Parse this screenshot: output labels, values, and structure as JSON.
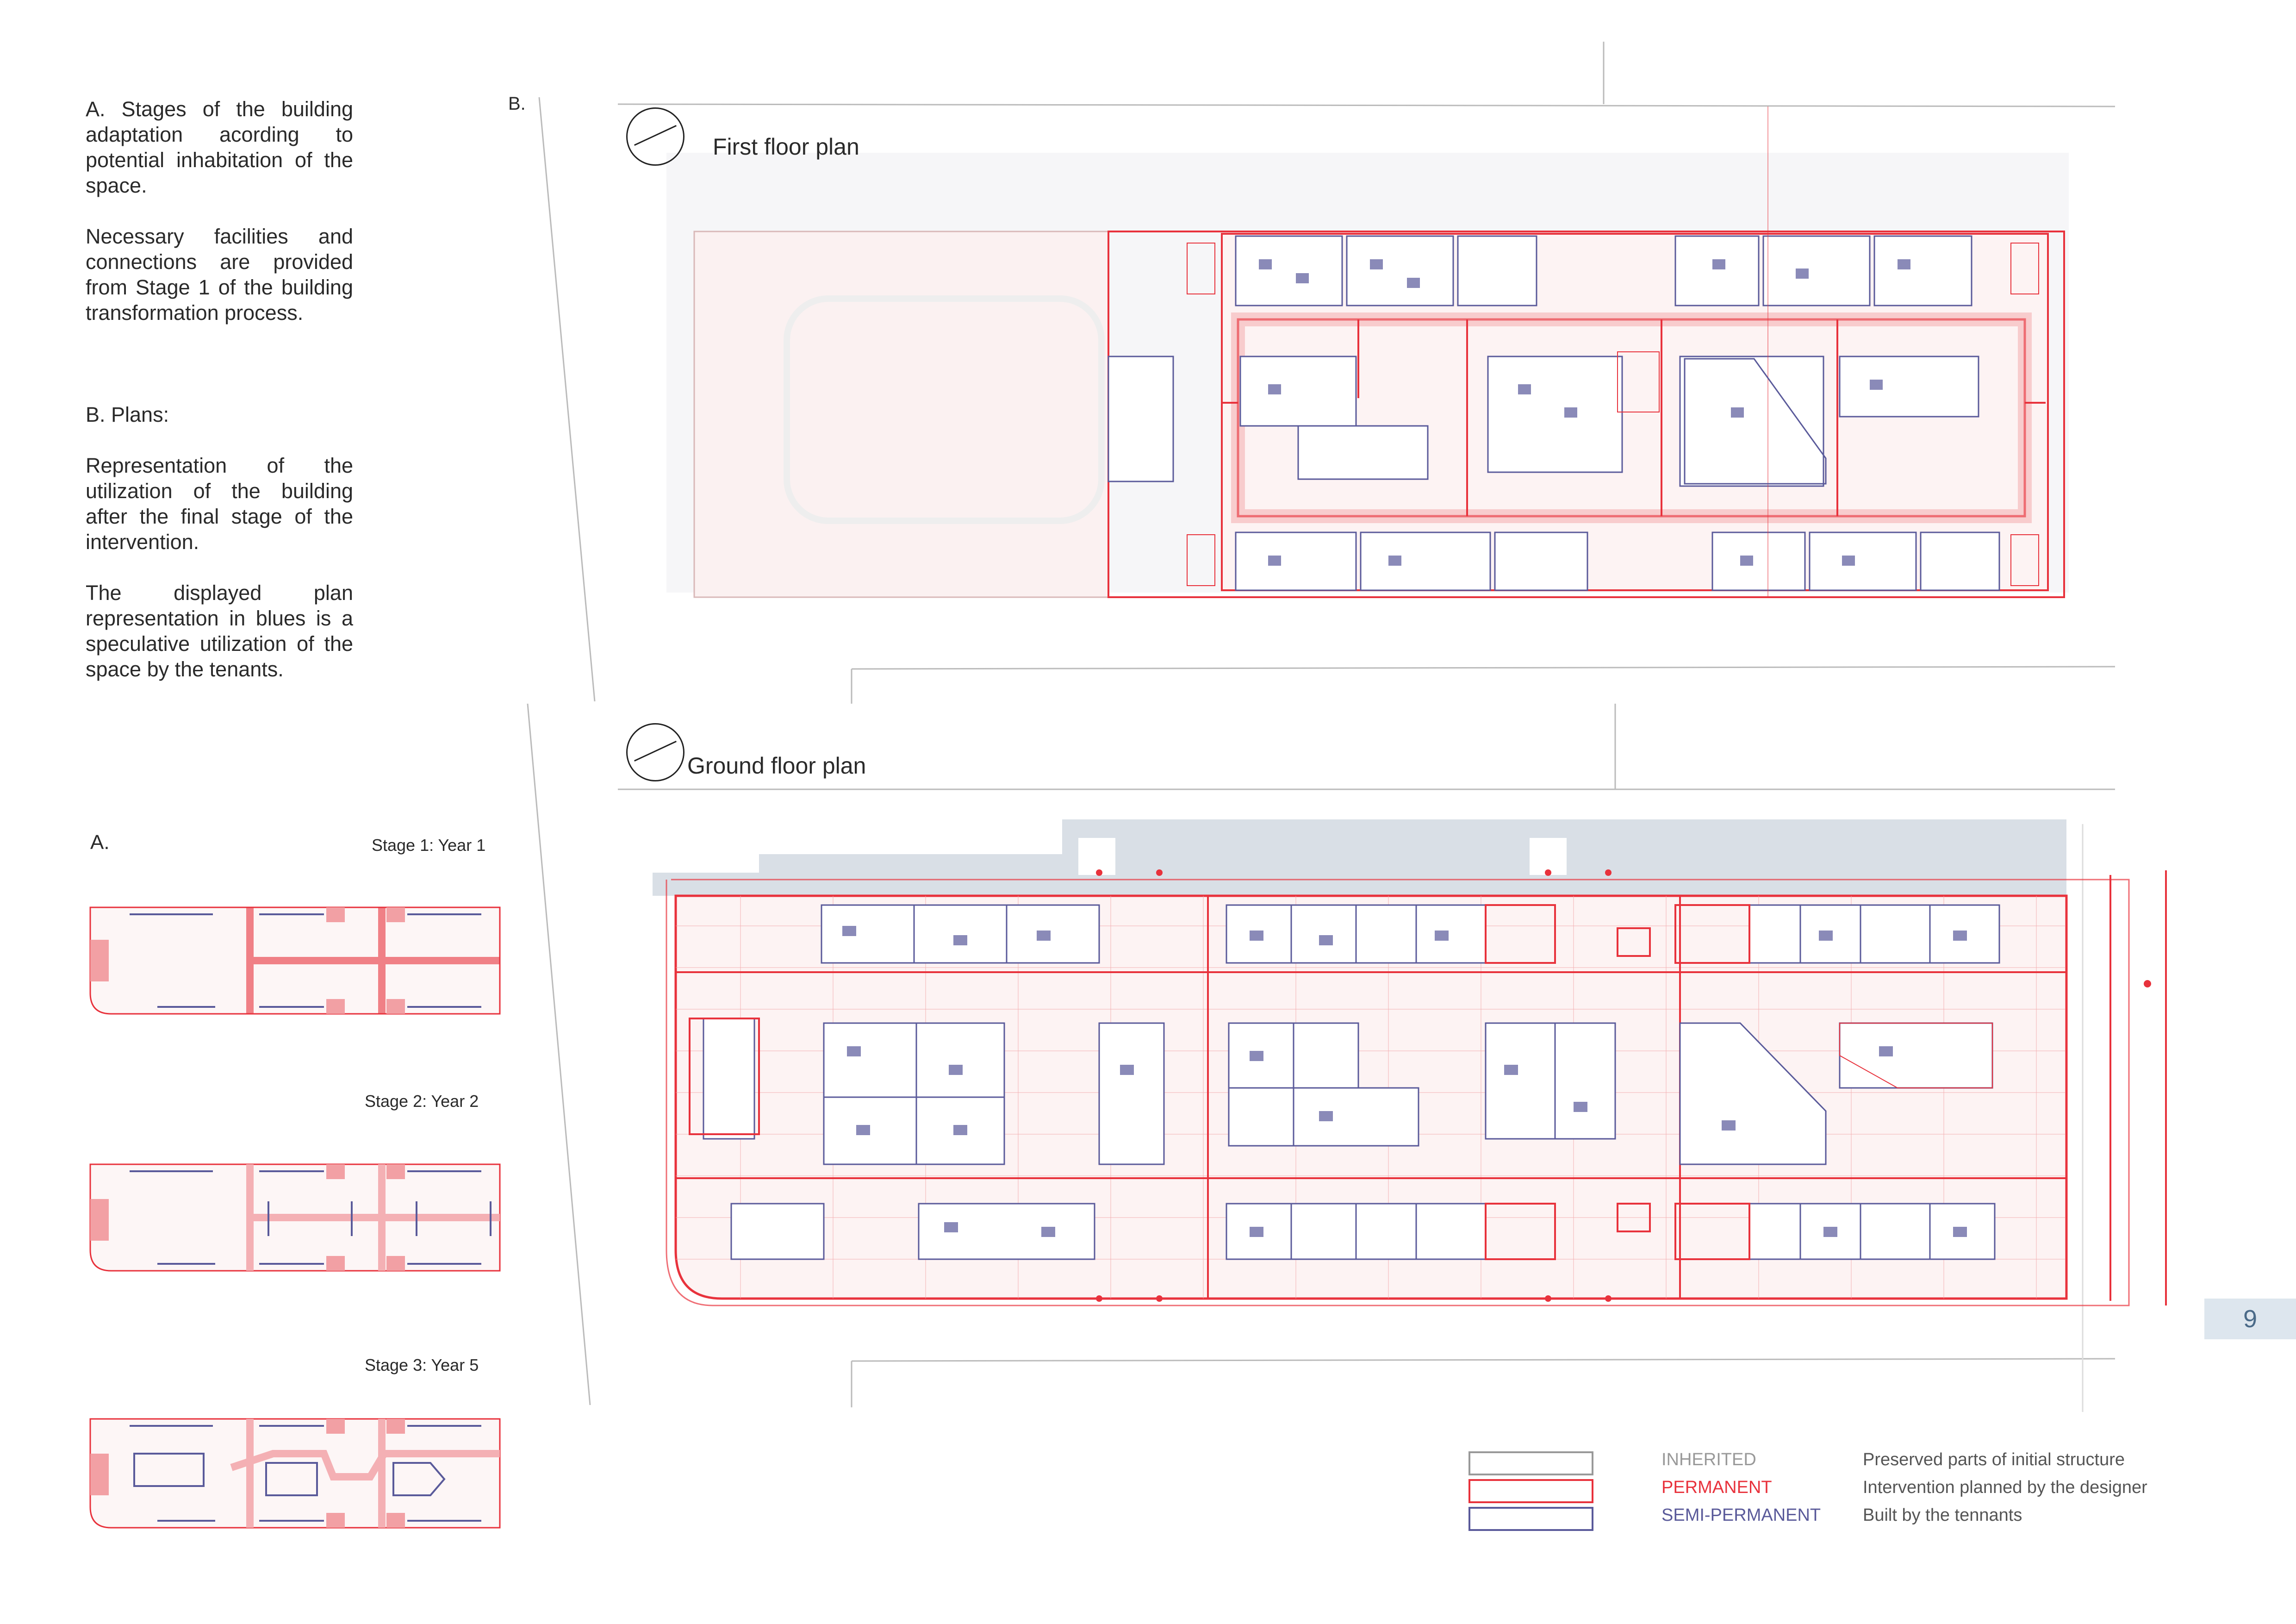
{
  "colors": {
    "inherited": "#999999",
    "permanent": "#e8323c",
    "semi": "#5a5a9a",
    "site": "#d9dfe6"
  },
  "intro": {
    "p1": "A. Stages of the building adaptation acording to potential inhabitation of the space.",
    "p2": "Necessary facilities and connections are provided from Stage 1 of the building transformation process.",
    "p3": "B. Plans:",
    "p4": "Representation of the utilization of the building after the final stage of the intervention.",
    "p5": "The displayed plan representation in blues is a speculative utilization of the space by the tenants."
  },
  "section_a": "A.",
  "section_b": "B.",
  "stages": [
    "Stage 1:  Year 1",
    "Stage 2:  Year 2",
    "Stage 3:  Year 5"
  ],
  "plans": {
    "first": "First floor plan",
    "ground": "Ground floor plan"
  },
  "legend": [
    {
      "label": "INHERITED",
      "desc": "Preserved parts of initial structure"
    },
    {
      "label": "PERMANENT",
      "desc": "Intervention planned by the designer"
    },
    {
      "label": "SEMI-PERMANENT",
      "desc": "Built by the tennants"
    }
  ],
  "page_number": "9"
}
